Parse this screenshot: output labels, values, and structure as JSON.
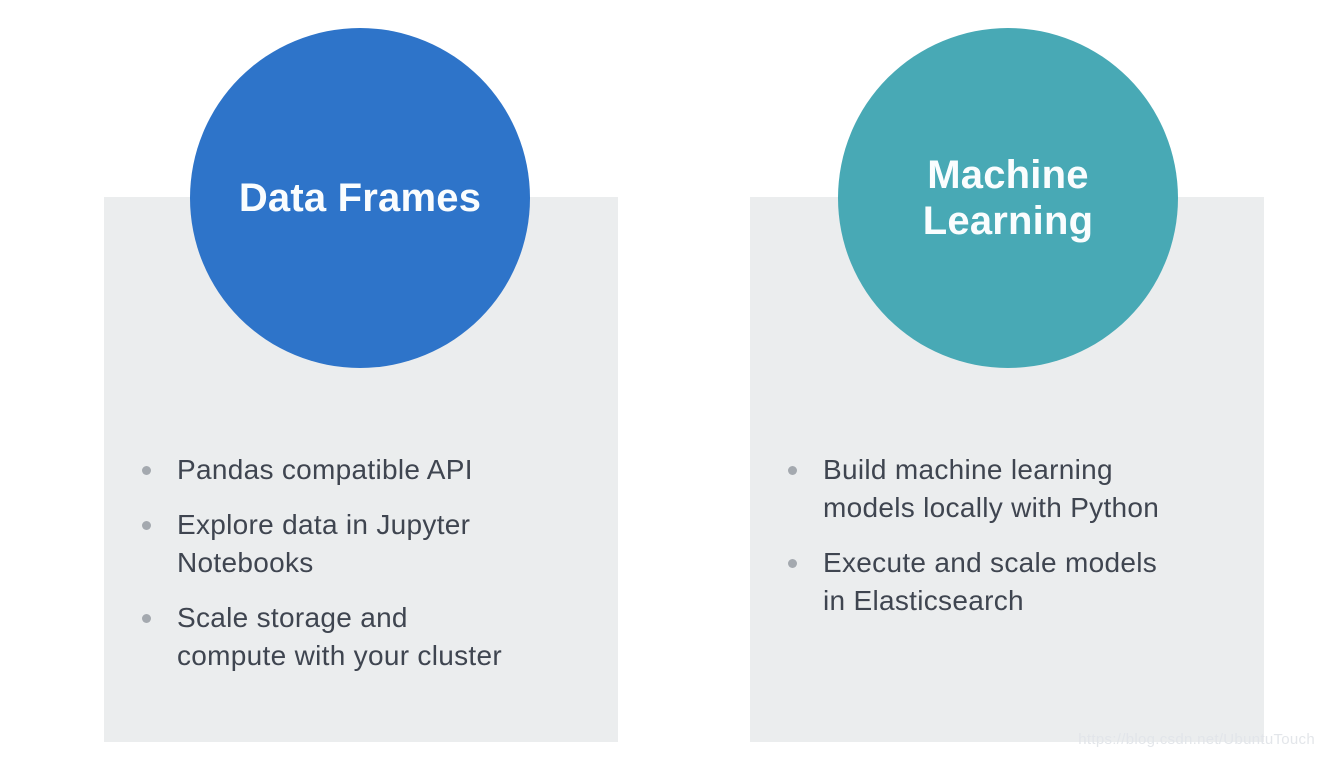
{
  "slide": {
    "cards": [
      {
        "title": "Data Frames",
        "bullets": [
          "Pandas compatible API",
          "Explore data in Jupyter\nNotebooks",
          "Scale storage and\ncompute with your cluster"
        ]
      },
      {
        "title": "Machine\nLearning",
        "bullets": [
          "Build machine learning\nmodels locally with Python",
          "Execute and scale models\nin Elasticsearch"
        ]
      }
    ],
    "watermark": "https://blog.csdn.net/UbuntuTouch",
    "colors": {
      "dataframes_circle": "#2e74c9",
      "machine_learning_circle": "#48a9b5",
      "card_background": "#ebedee",
      "bullet_text": "#3f4550",
      "bullet_dot": "#a4a9af",
      "circle_text": "#fafdfe"
    }
  }
}
